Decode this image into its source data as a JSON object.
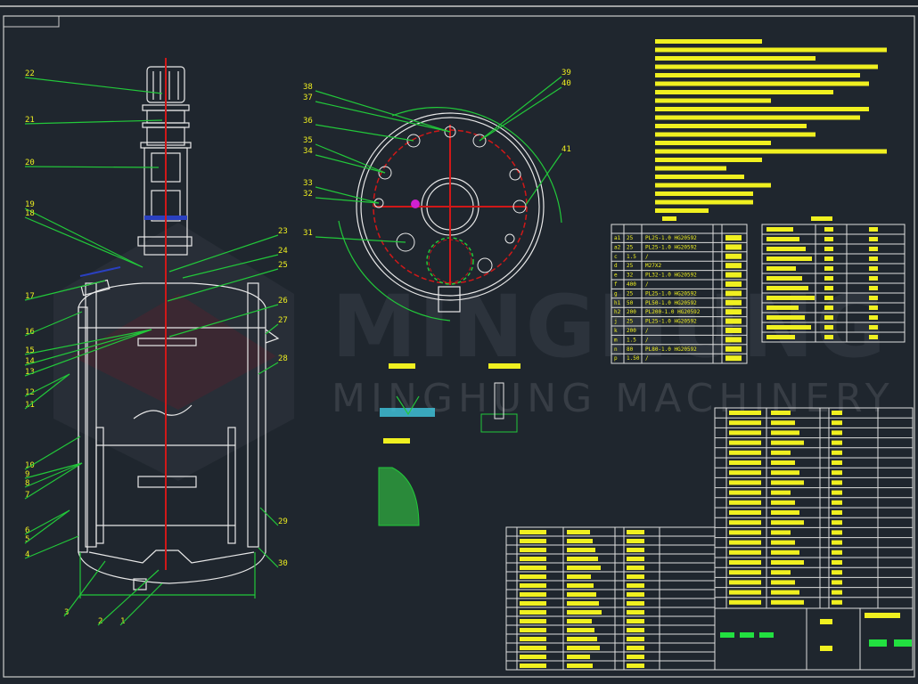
{
  "watermark": {
    "logo_text": "MINGHUNG",
    "brand": "MINGHUNG MACHINERY"
  },
  "colors": {
    "background": "#1f262e",
    "outline": "#e8e8e8",
    "leader": "#22c83a",
    "label": "#f0f020",
    "shaft": "#d01818",
    "jacket": "#40c8e0"
  },
  "elevation_labels_left": [
    "22",
    "21",
    "20",
    "19",
    "18",
    "17",
    "16",
    "15",
    "14",
    "13",
    "12",
    "11",
    "10",
    "9",
    "8",
    "7",
    "6",
    "5",
    "4",
    "3",
    "2",
    "1"
  ],
  "elevation_labels_right": [
    "23",
    "24",
    "25",
    "26",
    "27",
    "28",
    "29",
    "30"
  ],
  "plan_labels": [
    "39",
    "40",
    "38",
    "37",
    "36",
    "35",
    "34",
    "33",
    "32",
    "31",
    "41"
  ],
  "nozzle_table": {
    "rows": [
      [
        "a1",
        "25",
        "PL25-1.0 HG20592"
      ],
      [
        "a2",
        "25",
        "PL25-1.0 HG20592"
      ],
      [
        "c",
        "1.5",
        "/"
      ],
      [
        "d",
        "25",
        "M27X2"
      ],
      [
        "e",
        "32",
        "PL32-1.0 HG20592"
      ],
      [
        "f",
        "400",
        "/"
      ],
      [
        "g",
        "25",
        "PL25-1.0 HG20592"
      ],
      [
        "h1",
        "50",
        "PL50-1.0 HG20592"
      ],
      [
        "h2",
        "200",
        "PL200-1.0 HG20592"
      ],
      [
        "j",
        "25",
        "PL25-1.0 HG20592"
      ],
      [
        "k",
        "200",
        "/"
      ],
      [
        "m",
        "1.5",
        "/"
      ],
      [
        "n",
        "80",
        "PL80-1.0 HG20592"
      ],
      [
        "p",
        "1.50",
        "/"
      ]
    ]
  }
}
